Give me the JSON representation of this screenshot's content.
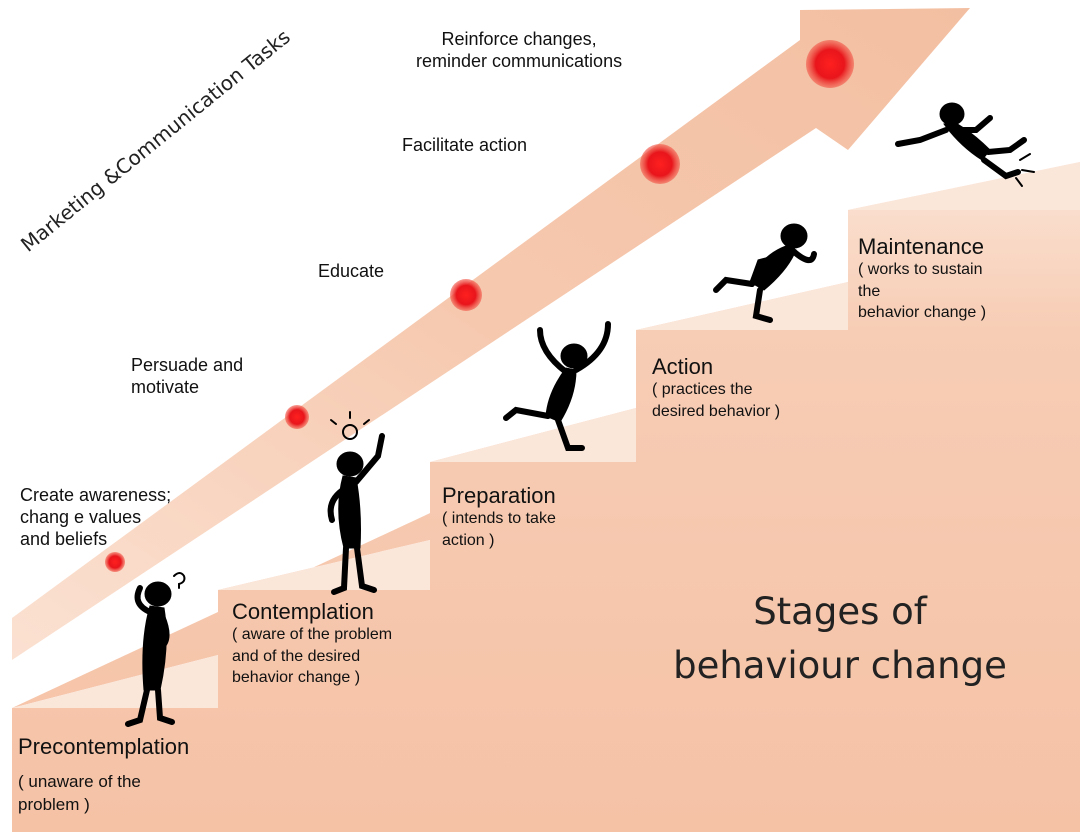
{
  "section_heading": "Marketing &Communication Tasks",
  "tasks": [
    {
      "label": "Create awareness;\nchang e values\nand beliefs"
    },
    {
      "label": "Persuade and\nmotivate"
    },
    {
      "label": "Educate"
    },
    {
      "label": "Facilitate action"
    },
    {
      "label": "Reinforce changes,\nreminder communications"
    }
  ],
  "stages": [
    {
      "title": "Precontemplation",
      "desc": "( unaware of the\n problem )"
    },
    {
      "title": "Contemplation",
      "desc": "( aware of the problem\nand of the desired\nbehavior change )"
    },
    {
      "title": "Preparation",
      "desc": "( intends to take\naction )"
    },
    {
      "title": "Action",
      "desc": "( practices the\ndesired behavior )"
    },
    {
      "title": "Maintenance",
      "desc": "( works to sustain\n the\n behavior change )"
    }
  ],
  "caption": "Stages of\nbehaviour change",
  "colors": {
    "stairs": "#f6c8ae",
    "arrow": "#f4c3a6",
    "dot": "#e8151b",
    "figure": "#000000"
  },
  "icons": [
    "confused-figure-icon",
    "idea-figure-icon",
    "cheering-figure-icon",
    "running-figure-icon",
    "leaping-figure-icon"
  ]
}
